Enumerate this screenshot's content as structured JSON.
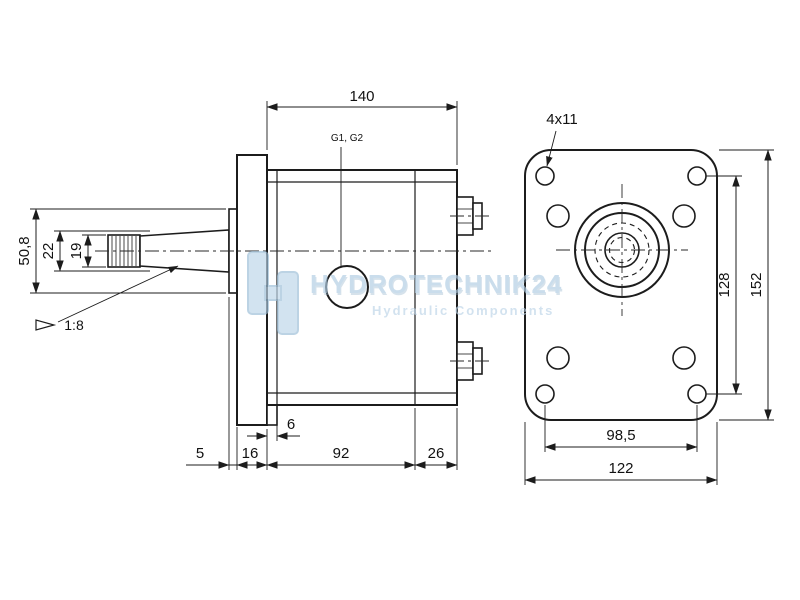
{
  "watermark": {
    "brand": "HYDROTECHNIK24",
    "tagline": "Hydraulic Components",
    "color": "#b2cee4"
  },
  "drawing": {
    "side_view": {
      "dim_total_length": "140",
      "port_label": "G1, G2",
      "dim_pilot_diameter": "50,8",
      "dim_shaft_diameter": "22",
      "dim_thread_diameter": "19",
      "taper_ratio": "1:8",
      "dim_pilot_length": "5",
      "dim_flange_thickness": "16",
      "dim_step": "6",
      "dim_body_length": "92",
      "dim_cover_length": "26"
    },
    "front_view": {
      "dim_holes": "4x11",
      "dim_hole_spacing_vertical": "128",
      "dim_flange_height": "152",
      "dim_hole_spacing_horizontal": "98,5",
      "dim_flange_width": "122"
    }
  },
  "colors": {
    "line": "#1c1c1c",
    "watermark_fill": "#bed6e9",
    "watermark_stroke": "#9dbfd8"
  }
}
